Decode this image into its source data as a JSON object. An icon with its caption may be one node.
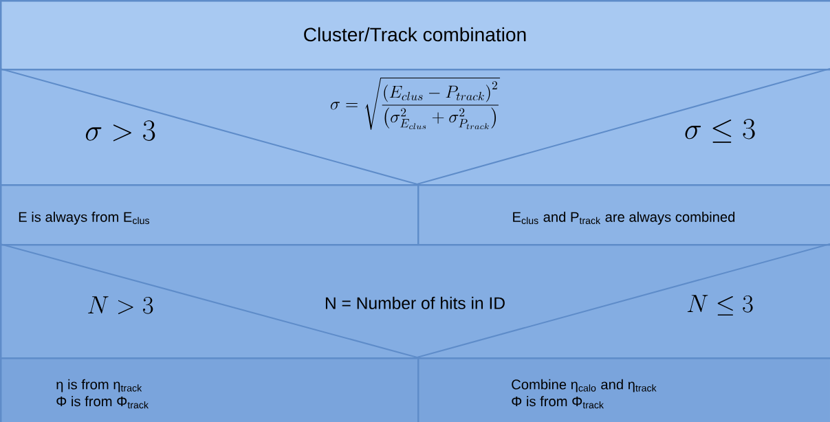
{
  "diagram": {
    "nodes": [
      {
        "text": [
          "Cluster/Track combination"
        ]
      },
      {
        "text": [
          "\\sigma > 3",
          "\\sigma = \\sqrt{\\frac{\\left(E_{clus} - P_{track}\\right)^{2}}{\\left(\\sigma^{2}_{E_{clus}} + \\sigma^{2}_{P_{track}}\\right)}}",
          "\\sigma \\leq 3"
        ]
      },
      {
        "text": [
          "E is always from E$_{clus}$"
        ]
      },
      {
        "text": [
          "E$_{clus}$ and P$_{track}$ are always combined"
        ]
      },
      {
        "text": [
          "N > 3",
          "N = Number of hits in ID",
          "N \\leq 3"
        ]
      },
      {
        "text": [
          "η is from  η$_{track}$",
          "Φ is from Φ$_{track}$"
        ]
      },
      {
        "text": [
          "Combine η$_{calo}$ and η$_{track}$",
          "Φ is from Φ$_{track}$"
        ]
      }
    ]
  }
}
